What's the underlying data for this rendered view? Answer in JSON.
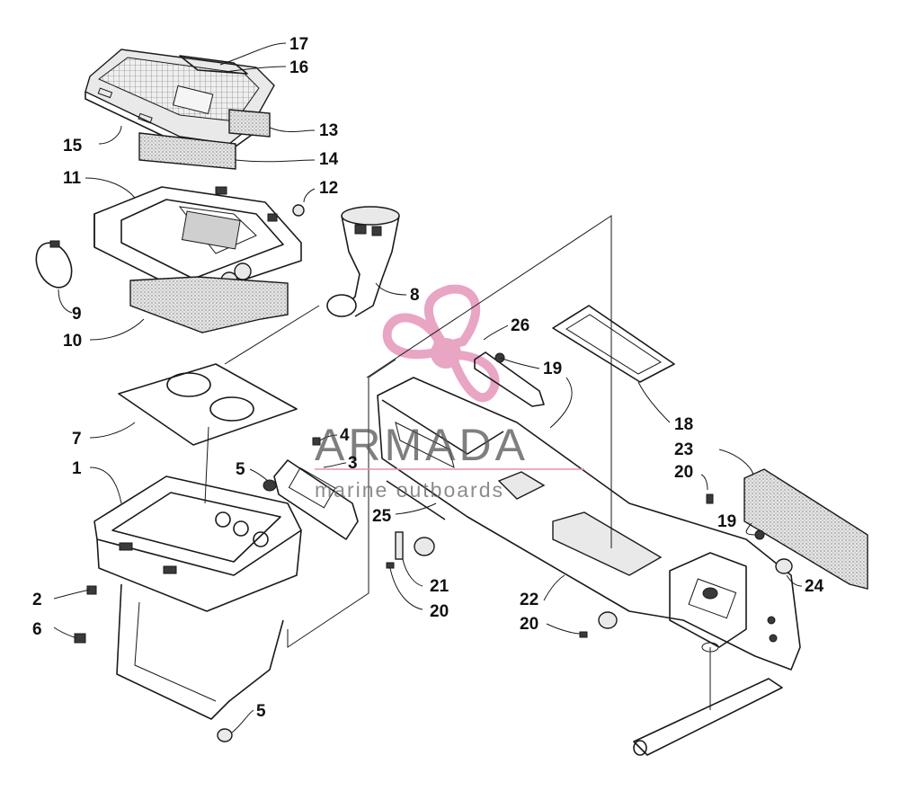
{
  "watermark": {
    "brand": "ARMADA",
    "tagline": "marine outboards",
    "logo_color": "#e48fb6"
  },
  "callouts": [
    "17",
    "16",
    "13",
    "15",
    "14",
    "11",
    "12",
    "9",
    "8",
    "10",
    "26",
    "19",
    "7",
    "18",
    "4",
    "23",
    "1",
    "5",
    "3",
    "20",
    "25",
    "19",
    "2",
    "21",
    "24",
    "6",
    "20",
    "22",
    "20",
    "5"
  ]
}
